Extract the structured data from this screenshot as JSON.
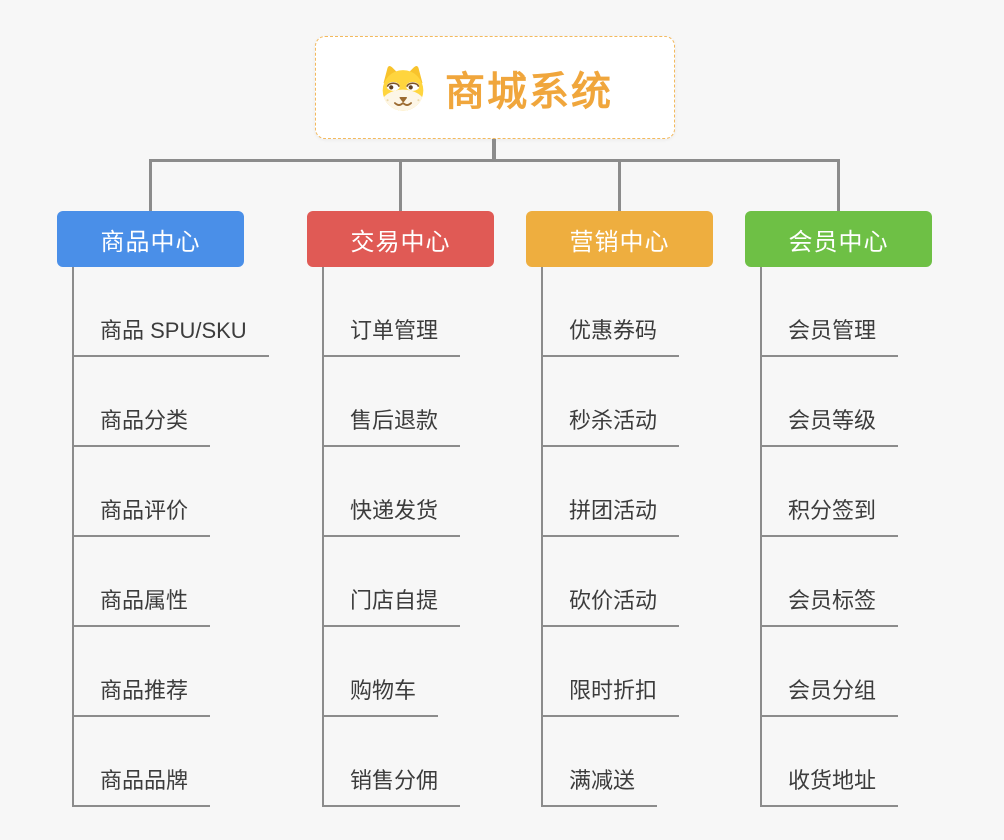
{
  "root": {
    "title": "商城系统",
    "icon": "dog-face-icon"
  },
  "branches": [
    {
      "label": "商品中心",
      "color": "#4a8fe8",
      "children": [
        "商品 SPU/SKU",
        "商品分类",
        "商品评价",
        "商品属性",
        "商品推荐",
        "商品品牌"
      ]
    },
    {
      "label": "交易中心",
      "color": "#e05a55",
      "children": [
        "订单管理",
        "售后退款",
        "快递发货",
        "门店自提",
        "购物车",
        "销售分佣"
      ]
    },
    {
      "label": "营销中心",
      "color": "#eeae3f",
      "children": [
        "优惠券码",
        "秒杀活动",
        "拼团活动",
        "砍价活动",
        "限时折扣",
        "满减送"
      ]
    },
    {
      "label": "会员中心",
      "color": "#6ec045",
      "children": [
        "会员管理",
        "会员等级",
        "积分签到",
        "会员标签",
        "会员分组",
        "收货地址"
      ]
    }
  ],
  "colors": {
    "background": "#f7f7f7",
    "line": "#8c8c8c",
    "root_accent": "#f0a63c",
    "root_border": "#f3b95d",
    "item_text": "#3c3c3c",
    "dog_yellow": "#ffd53e",
    "dog_ear": "#f8c32c",
    "dog_cream": "#fdf6e7",
    "dog_brown": "#9c6b32"
  }
}
